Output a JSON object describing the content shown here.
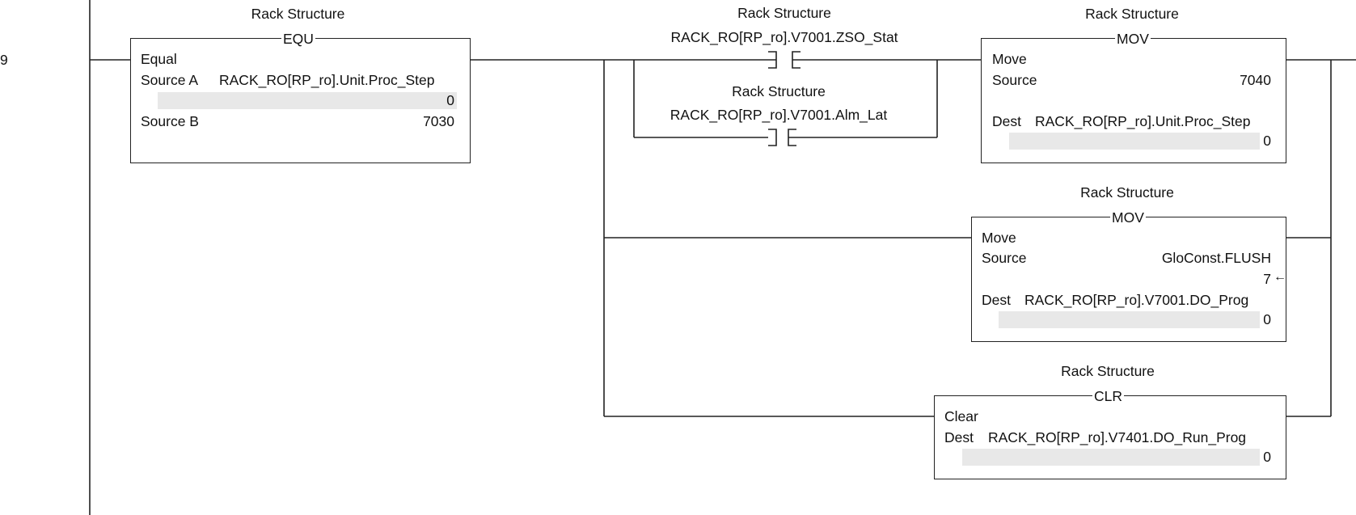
{
  "rung": {
    "number": "9"
  },
  "equ": {
    "group": "Rack Structure",
    "mnemonic": "EQU",
    "title": "Equal",
    "source_a_label": "Source A",
    "source_a_tag": "RACK_RO[RP_ro].Unit.Proc_Step",
    "source_a_value": "0",
    "source_b_label": "Source B",
    "source_b_value": "7030"
  },
  "contact1": {
    "group": "Rack Structure",
    "tag": "RACK_RO[RP_ro].V7001.ZSO_Stat"
  },
  "contact2": {
    "group": "Rack Structure",
    "tag": "RACK_RO[RP_ro].V7001.Alm_Lat"
  },
  "mov1": {
    "group": "Rack Structure",
    "mnemonic": "MOV",
    "title": "Move",
    "source_label": "Source",
    "source_value": "7040",
    "dest_label": "Dest",
    "dest_tag": "RACK_RO[RP_ro].Unit.Proc_Step",
    "dest_value": "0"
  },
  "mov2": {
    "group": "Rack Structure",
    "mnemonic": "MOV",
    "title": "Move",
    "source_label": "Source",
    "source_tag": "GloConst.FLUSH",
    "source_value": "7",
    "dest_label": "Dest",
    "dest_tag": "RACK_RO[RP_ro].V7001.DO_Prog",
    "dest_value": "0"
  },
  "clr": {
    "group": "Rack Structure",
    "mnemonic": "CLR",
    "title": "Clear",
    "dest_label": "Dest",
    "dest_tag": "RACK_RO[RP_ro].V7401.DO_Run_Prog",
    "dest_value": "0"
  },
  "colors": {
    "line": "#222222",
    "shade": "#e8e8e8"
  }
}
